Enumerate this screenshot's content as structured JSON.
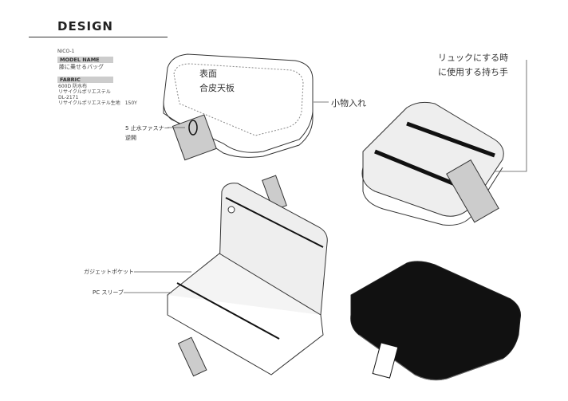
{
  "title": "DESIGN",
  "spec": {
    "code": "NICO-1",
    "model_label": "MODEL NAME",
    "model_name": "膝に乗せるバッグ",
    "fabric_label": "FABRIC",
    "fabric_lines": [
      "600D 防水布",
      "リサイクルポリエステル",
      "DL-2171",
      "リサイクルポリエステル生地　150Y"
    ]
  },
  "annotations": {
    "surface_1": "表面",
    "surface_2": "合皮天板",
    "small_pocket": "小物入れ",
    "zipper_1": "5 止水ファスナー",
    "zipper_2": "逆開",
    "backpack_1": "リュックにする時",
    "backpack_2": "に使用する持ち手",
    "gadget_pocket": "ガジェットポケット",
    "pc_sleeve": "PC スリーブ"
  }
}
